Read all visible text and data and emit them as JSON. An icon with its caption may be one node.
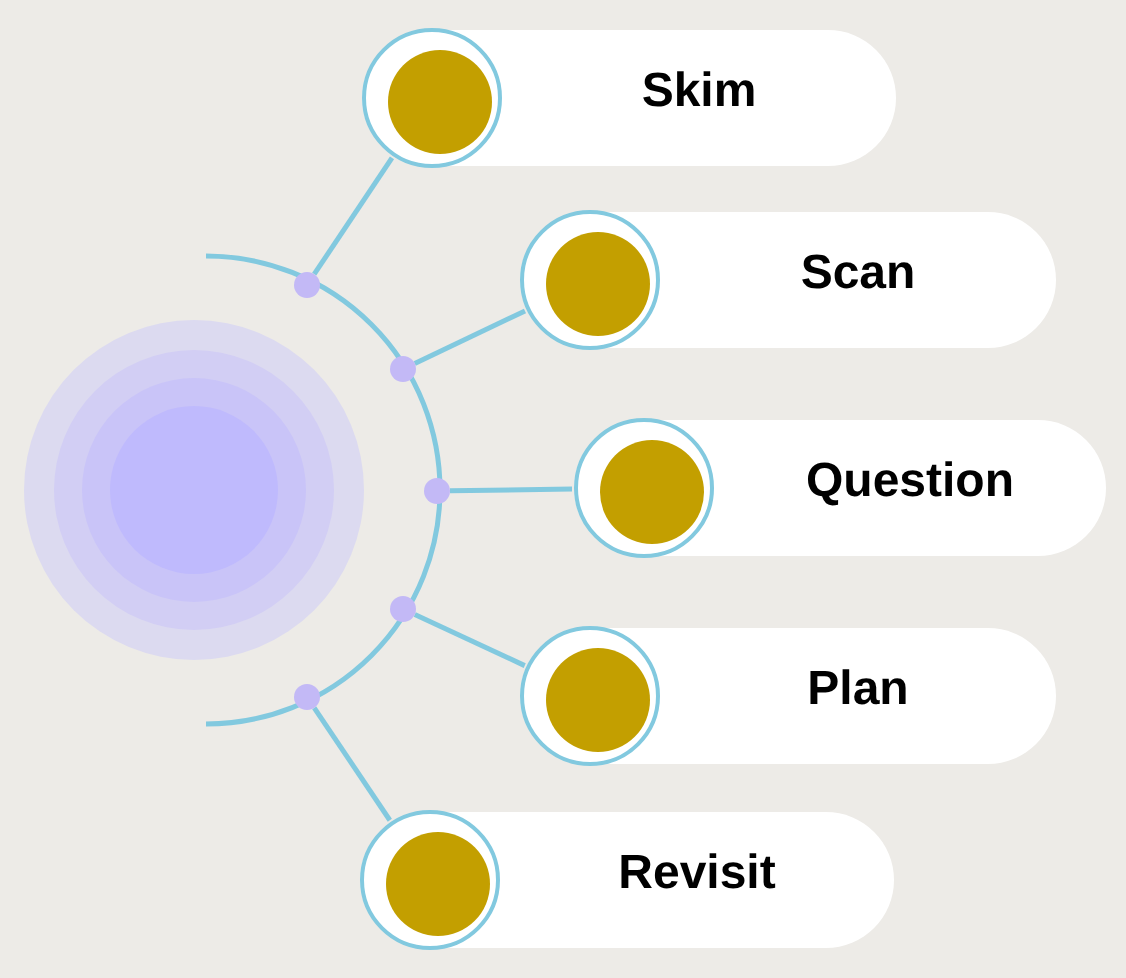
{
  "diagram": {
    "nodes": [
      {
        "text": [],
        "shape": "circle"
      },
      {
        "text": [],
        "shape": "circle"
      },
      {
        "text": [],
        "shape": "circle"
      },
      {
        "text": [],
        "shape": "circle"
      },
      {
        "text": [],
        "shape": "circle"
      },
      {
        "text": [],
        "shape": "circle"
      },
      {
        "text": [
          "Skim"
        ]
      },
      {
        "text": [
          "Scan"
        ]
      },
      {
        "text": [
          "Question"
        ]
      },
      {
        "text": [
          "Plan"
        ]
      },
      {
        "text": [
          "Revisit"
        ]
      }
    ],
    "edges": [
      {
        "from": 1,
        "to": 6,
        "arrow": "none"
      },
      {
        "from": 2,
        "to": 7,
        "arrow": "none"
      },
      {
        "from": 3,
        "to": 8,
        "arrow": "none"
      },
      {
        "from": 4,
        "to": 9,
        "arrow": "none"
      },
      {
        "from": 5,
        "to": 10,
        "arrow": "none"
      }
    ]
  }
}
